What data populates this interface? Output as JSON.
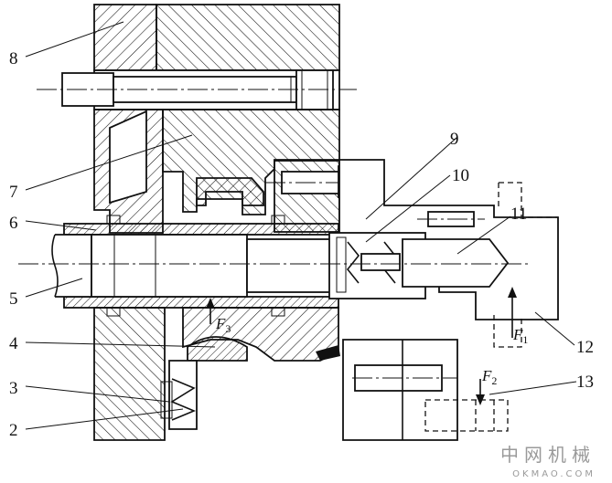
{
  "callouts": [
    {
      "id": "8",
      "text": "8"
    },
    {
      "id": "7",
      "text": "7"
    },
    {
      "id": "6",
      "text": "6"
    },
    {
      "id": "5",
      "text": "5"
    },
    {
      "id": "4",
      "text": "4"
    },
    {
      "id": "3",
      "text": "3"
    },
    {
      "id": "2",
      "text": "2"
    },
    {
      "id": "9",
      "text": "9"
    },
    {
      "id": "10",
      "text": "10"
    },
    {
      "id": "11",
      "text": "11"
    },
    {
      "id": "12",
      "text": "12"
    },
    {
      "id": "13",
      "text": "13"
    }
  ],
  "forces": {
    "f1": {
      "symbol": "F",
      "subscript": "1"
    },
    "f2": {
      "symbol": "F",
      "subscript": "2"
    },
    "f3": {
      "symbol": "F",
      "subscript": "3"
    }
  },
  "watermark": {
    "cn": "中网机械",
    "en": "OKMAO.COM"
  },
  "colors": {
    "ink": "#111111",
    "watermark": "#9a9a9a"
  }
}
